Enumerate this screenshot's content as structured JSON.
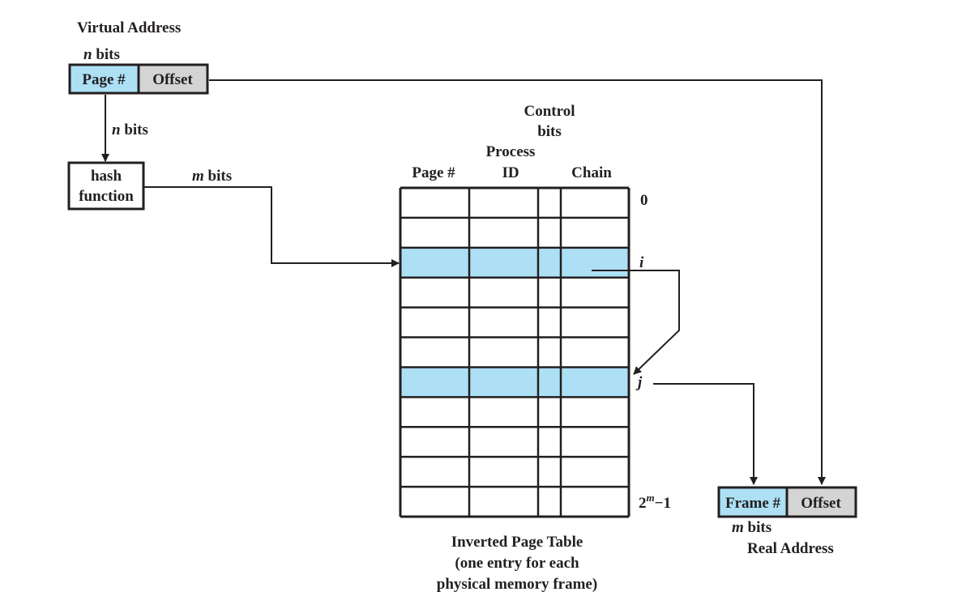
{
  "virtual_address": {
    "title": "Virtual Address",
    "width_var": "n",
    "width_unit": " bits",
    "fields": [
      {
        "label": "Page #",
        "fill": "#ade0f5"
      },
      {
        "label": "Offset",
        "fill": "#d4d4d4"
      }
    ]
  },
  "hash_function": {
    "line1": "hash",
    "line2": "function",
    "input_var": "n",
    "input_unit": " bits",
    "output_var": "m",
    "output_unit": " bits"
  },
  "table": {
    "col_page": "Page #",
    "col_process_1": "Process",
    "col_process_2": "ID",
    "col_control_1": "Control",
    "col_control_2": "bits",
    "col_chain": "Chain",
    "row_count": 11,
    "highlight_rows": [
      2,
      6
    ],
    "highlight_color": "#ade0f5",
    "row_labels": {
      "first": "0",
      "i": "i",
      "j": "j",
      "last_base": "2",
      "last_exp": "m",
      "last_tail": "−1"
    },
    "caption_1": "Inverted Page Table",
    "caption_2": "(one entry for each",
    "caption_3": "physical memory frame)"
  },
  "real_address": {
    "title": "Real Address",
    "width_var": "m",
    "width_unit": " bits",
    "fields": [
      {
        "label": "Frame #",
        "fill": "#ade0f5"
      },
      {
        "label": "Offset",
        "fill": "#d4d4d4"
      }
    ]
  },
  "colors": {
    "line": "#231f20",
    "highlight": "#ade0f5",
    "gray": "#d4d4d4"
  }
}
